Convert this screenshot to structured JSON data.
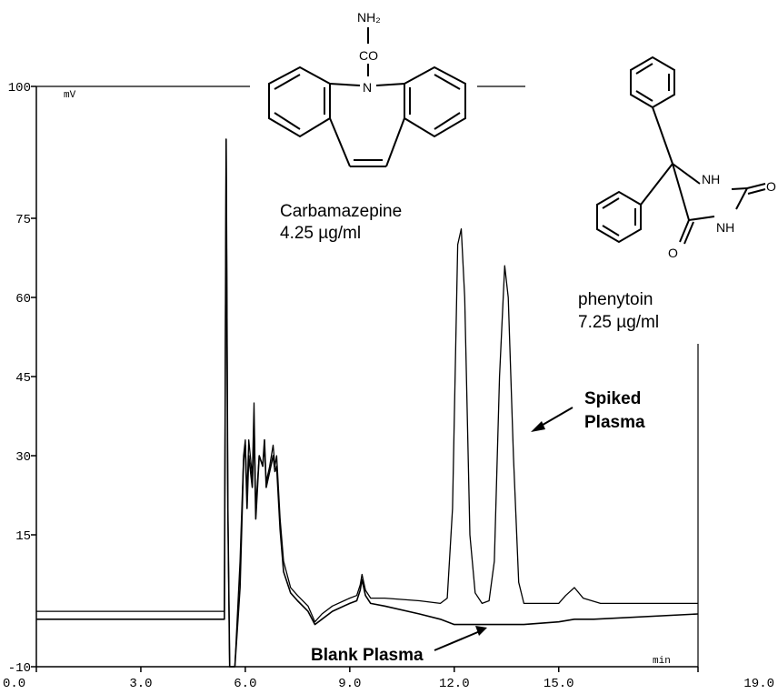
{
  "chart_data": {
    "type": "line",
    "xlabel": "min",
    "ylabel": "mV",
    "xlim": [
      0,
      19
    ],
    "ylim": [
      -10,
      100
    ],
    "x_ticks": [
      "0.0",
      "3.0",
      "6.0",
      "9.0",
      "12.0",
      "15.0",
      "19.0"
    ],
    "y_ticks": [
      "-10",
      "15",
      "30",
      "45",
      "60",
      "75",
      "100"
    ],
    "grid": false,
    "series": [
      {
        "name": "Spiked Plasma",
        "points": [
          [
            0,
            0.5
          ],
          [
            5.4,
            0.5
          ],
          [
            5.45,
            90
          ],
          [
            5.5,
            20
          ],
          [
            5.55,
            -10
          ],
          [
            5.7,
            -10
          ],
          [
            5.85,
            10
          ],
          [
            5.95,
            30
          ],
          [
            6.0,
            33
          ],
          [
            6.05,
            22
          ],
          [
            6.1,
            33
          ],
          [
            6.2,
            26
          ],
          [
            6.25,
            40
          ],
          [
            6.3,
            20
          ],
          [
            6.4,
            30
          ],
          [
            6.5,
            28
          ],
          [
            6.55,
            32
          ],
          [
            6.6,
            25
          ],
          [
            6.7,
            28
          ],
          [
            6.8,
            32
          ],
          [
            6.85,
            28
          ],
          [
            6.9,
            30
          ],
          [
            7.0,
            18
          ],
          [
            7.1,
            10
          ],
          [
            7.3,
            5
          ],
          [
            7.5,
            3.5
          ],
          [
            7.8,
            1.5
          ],
          [
            8.0,
            -1.5
          ],
          [
            8.2,
            0
          ],
          [
            8.5,
            1.5
          ],
          [
            9.0,
            3
          ],
          [
            9.2,
            3.5
          ],
          [
            9.3,
            5.5
          ],
          [
            9.35,
            7.5
          ],
          [
            9.45,
            4.5
          ],
          [
            9.6,
            3
          ],
          [
            10,
            3
          ],
          [
            11,
            2.5
          ],
          [
            11.6,
            2
          ],
          [
            11.8,
            3
          ],
          [
            11.95,
            20
          ],
          [
            12.1,
            70
          ],
          [
            12.2,
            73
          ],
          [
            12.3,
            60
          ],
          [
            12.45,
            15
          ],
          [
            12.6,
            4
          ],
          [
            12.8,
            2
          ],
          [
            13.0,
            2.5
          ],
          [
            13.15,
            10
          ],
          [
            13.3,
            45
          ],
          [
            13.45,
            66
          ],
          [
            13.55,
            60
          ],
          [
            13.7,
            30
          ],
          [
            13.85,
            6
          ],
          [
            14.0,
            2
          ],
          [
            15.0,
            2
          ],
          [
            15.2,
            3.5
          ],
          [
            15.45,
            5
          ],
          [
            15.7,
            3
          ],
          [
            16.2,
            2
          ],
          [
            19.0,
            2
          ]
        ]
      },
      {
        "name": "Blank Plasma",
        "points": [
          [
            0,
            -1
          ],
          [
            5.4,
            -1
          ],
          [
            5.45,
            90
          ],
          [
            5.5,
            20
          ],
          [
            5.55,
            -10
          ],
          [
            5.7,
            -10
          ],
          [
            5.85,
            5
          ],
          [
            5.95,
            29
          ],
          [
            6.0,
            32
          ],
          [
            6.05,
            20
          ],
          [
            6.1,
            30
          ],
          [
            6.2,
            24
          ],
          [
            6.25,
            36
          ],
          [
            6.3,
            18
          ],
          [
            6.4,
            30
          ],
          [
            6.5,
            28
          ],
          [
            6.55,
            33
          ],
          [
            6.6,
            24
          ],
          [
            6.7,
            27
          ],
          [
            6.8,
            30
          ],
          [
            6.85,
            27
          ],
          [
            6.9,
            28
          ],
          [
            7.0,
            16
          ],
          [
            7.1,
            8
          ],
          [
            7.3,
            4
          ],
          [
            7.5,
            2.5
          ],
          [
            7.8,
            0.5
          ],
          [
            8.0,
            -2
          ],
          [
            8.2,
            -1
          ],
          [
            8.5,
            0.5
          ],
          [
            9.0,
            2
          ],
          [
            9.2,
            2.5
          ],
          [
            9.3,
            4.5
          ],
          [
            9.35,
            6.5
          ],
          [
            9.45,
            3.5
          ],
          [
            9.6,
            2
          ],
          [
            10,
            1.5
          ],
          [
            11,
            0
          ],
          [
            11.6,
            -1
          ],
          [
            12,
            -2
          ],
          [
            13,
            -2
          ],
          [
            14,
            -2
          ],
          [
            15,
            -1.5
          ],
          [
            15.45,
            -1
          ],
          [
            16,
            -1
          ],
          [
            19.0,
            0
          ]
        ]
      }
    ],
    "annotations": {
      "carbamazepine_name": "Carbamazepine",
      "carbamazepine_conc": "4.25 µg/ml",
      "phenytoin_name": "phenytoin",
      "phenytoin_conc": "7.25 µg/ml",
      "spiked_line1": "Spiked",
      "spiked_line2": "Plasma",
      "blank_label": "Blank Plasma"
    },
    "structure_labels": {
      "nh2": "NH₂",
      "co": "CO",
      "n": "N",
      "nh_top": "NH",
      "nh_bottom": "NH",
      "o_right": "O",
      "o_left": "O"
    }
  }
}
